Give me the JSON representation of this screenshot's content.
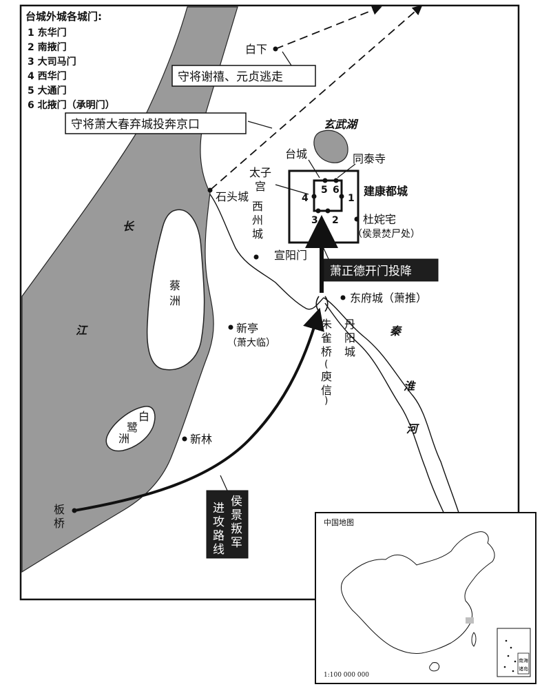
{
  "legend": {
    "title": "台城外城各城门:",
    "items": [
      "1 东华门",
      "2 南掖门",
      "3 大司马门",
      "4 西华门",
      "5 大通门",
      "6 北掖门（承明门）"
    ]
  },
  "callouts": {
    "baixia_flee": "守将谢禧、元贞逃走",
    "xiao_dachun": "守将萧大春弃城投奔京口",
    "xiao_zhengde": "萧正德开门投降",
    "route": [
      "侯景叛军",
      "进攻路线"
    ]
  },
  "places": {
    "baixia": "白下",
    "xuanwu_lake": "玄武湖",
    "taicheng": "台城",
    "tongtai_temple": "同泰寺",
    "taizi_gong": [
      "太子",
      "宫"
    ],
    "jiankang": "建康都城",
    "shitou": "石头城",
    "xizhou": [
      "西",
      "州",
      "城"
    ],
    "duchazhai": "杜姹宅",
    "duchazhai_note": "（侯景焚尸处）",
    "xuanyang_gate": "宣阳门",
    "dongfu": "东府城（萧推）",
    "xinting": "新亭",
    "xinting_note": "（萧大临）",
    "zhuque": [
      "朱",
      "雀",
      "桥"
    ],
    "zhuque_note": [
      "(",
      "庾",
      "信",
      ")"
    ],
    "danyang": [
      "丹",
      "阳",
      "城"
    ],
    "xinlin": "新林",
    "banqiao": [
      "板",
      "桥"
    ],
    "caizhou": [
      "蔡",
      "洲"
    ],
    "bailu": [
      "白",
      "鹭",
      "洲"
    ]
  },
  "rivers": {
    "changjiang": [
      "长",
      "江"
    ],
    "qinhuai": [
      "秦",
      "淮",
      "河"
    ]
  },
  "gates": [
    "1",
    "2",
    "3",
    "4",
    "5",
    "6"
  ],
  "inset": {
    "title": "中国地图",
    "scale": "1:100 000 000",
    "sea_label": [
      "南海",
      "诸岛"
    ]
  },
  "colors": {
    "river_fill": "#9a9a9a",
    "ink": "#111111",
    "callout_dark": "#1e1e1e",
    "highlight": "#bfbfbf"
  }
}
